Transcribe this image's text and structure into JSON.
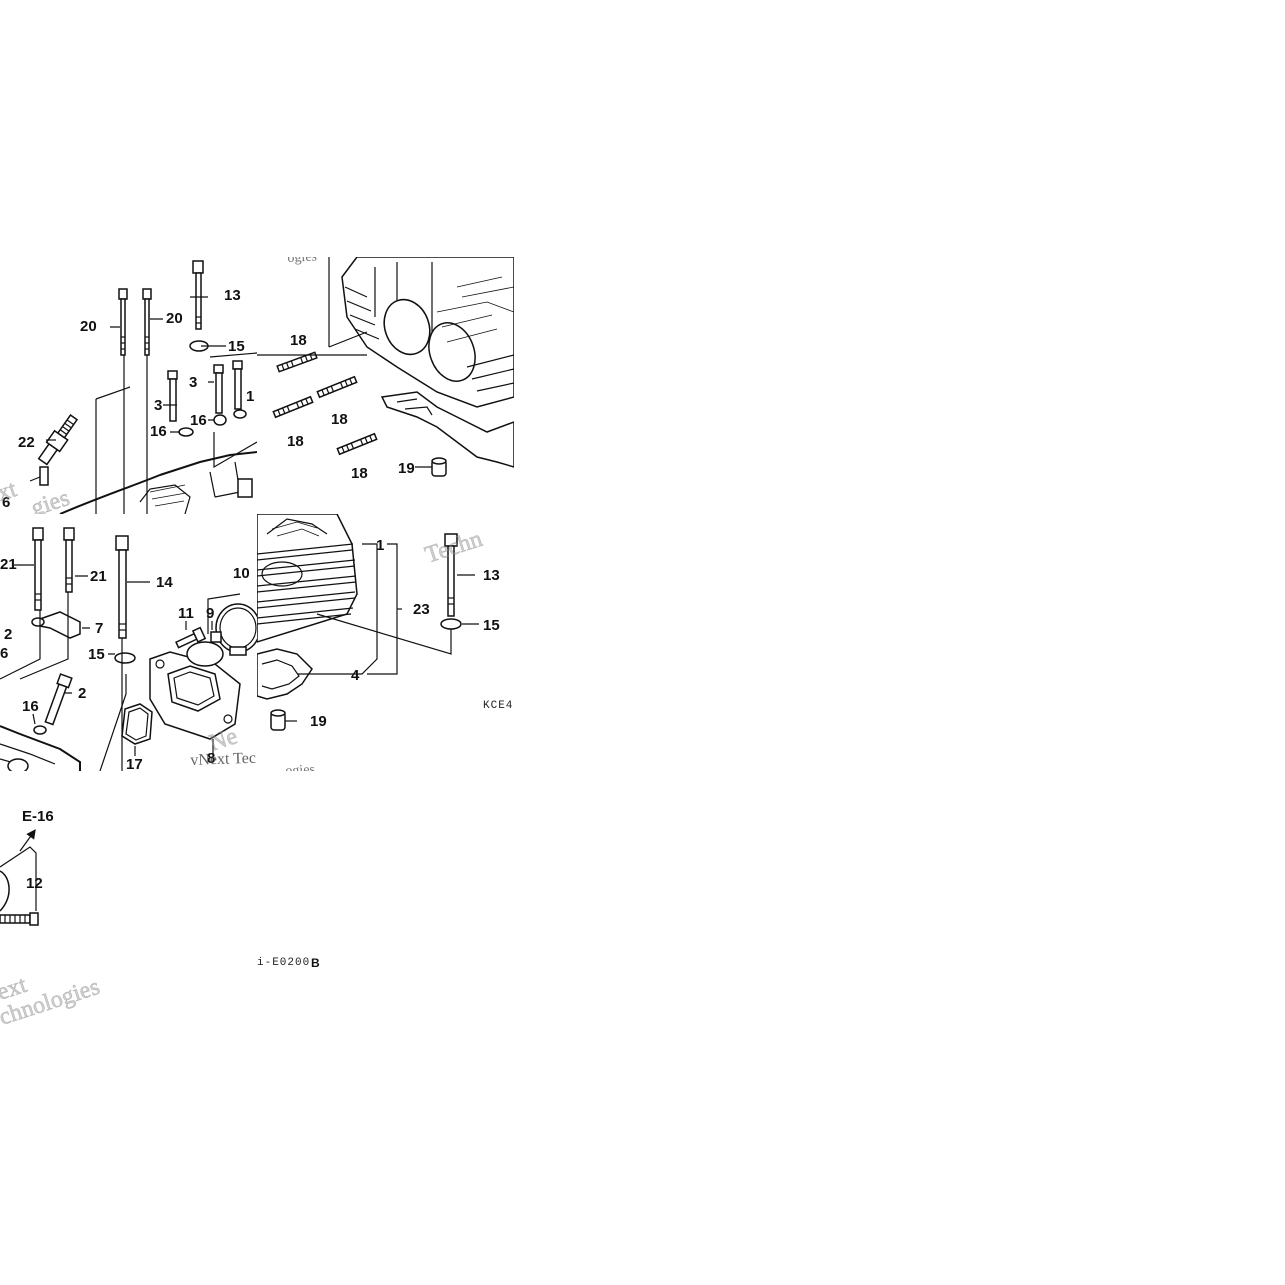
{
  "diagram": {
    "labels": {
      "p20a": "20",
      "p20b": "20",
      "p13a": "13",
      "p15a": "15",
      "p3a": "3",
      "p3b": "3",
      "p16a": "16",
      "p16b": "16",
      "p1a": "1",
      "p22": "22",
      "p6a": "6",
      "p18a": "18",
      "p18b": "18",
      "p18c": "18",
      "p18d": "18",
      "p19a": "19",
      "p21a": "21",
      "p21b": "21",
      "p14": "14",
      "p7": "7",
      "p2a": "2",
      "p6b": "6",
      "p15b": "15",
      "p2b": "2",
      "p16c": "16",
      "p17": "17",
      "p11": "11",
      "p9": "9",
      "p10": "10",
      "p8": "8",
      "p1b": "1",
      "p23": "23",
      "p4": "4",
      "p13b": "13",
      "p15c": "15",
      "p19b": "19",
      "p12": "12",
      "ref_e16": "E-16"
    },
    "codes": {
      "kce": "KCE4",
      "e0200": "i-E0200",
      "rev": "B"
    },
    "watermark_text": "ogies"
  }
}
